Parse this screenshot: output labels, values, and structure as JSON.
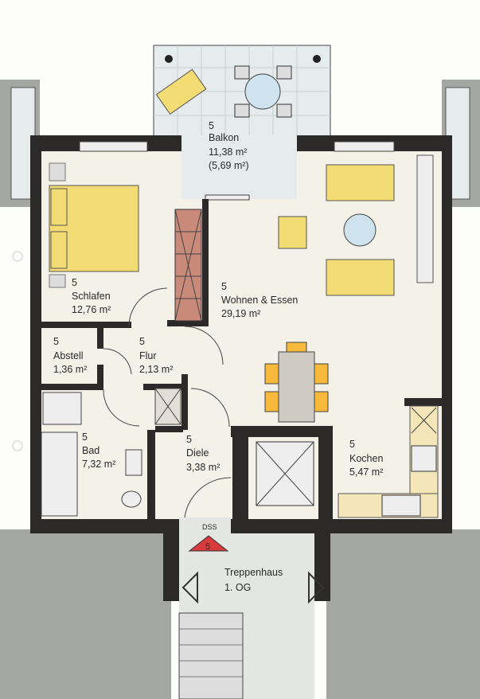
{
  "rooms": {
    "balkon": {
      "number": "5",
      "name": "Balkon",
      "area": "11,38 m²",
      "area_counted": "(5,69 m²)"
    },
    "schlafen": {
      "number": "5",
      "name": "Schlafen",
      "area": "12,76 m²"
    },
    "wohnen": {
      "number": "5",
      "name": "Wohnen & Essen",
      "area": "29,19 m²"
    },
    "abstell": {
      "number": "5",
      "name": "Abstell",
      "area": "1,36 m²"
    },
    "flur": {
      "number": "5",
      "name": "Flur",
      "area": "2,13 m²"
    },
    "bad": {
      "number": "5",
      "name": "Bad",
      "area": "7,32 m²"
    },
    "diele": {
      "number": "5",
      "name": "Diele",
      "area": "3,38 m²"
    },
    "kochen": {
      "number": "5",
      "name": "Kochen",
      "area": "5,47 m²"
    }
  },
  "stairwell": {
    "name": "Treppenhaus",
    "floor": "1. OG"
  },
  "marker": {
    "label": "DSS",
    "number": "5",
    "color": "#d93a3a"
  },
  "colors": {
    "wall": "#2b2a28",
    "floor": "#f3f1e8",
    "furniture": "#f2dc73",
    "outside": "#a4a6a3",
    "wardrobe": "#c98a7a"
  }
}
